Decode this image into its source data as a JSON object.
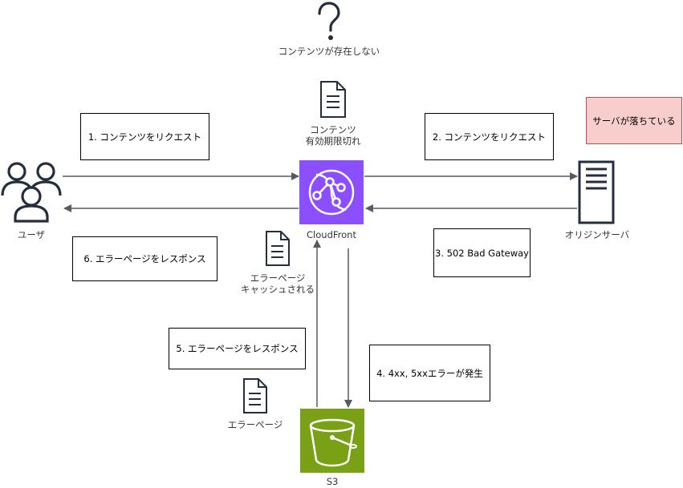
{
  "nodes": {
    "user_label": "ユーザ",
    "cloudfront_label": "CloudFront",
    "origin_label": "オリジンサーバ",
    "s3_label": "S3"
  },
  "steps": {
    "s1": "1. コンテンツをリクエスト",
    "s2": "2. コンテンツをリクエスト",
    "s3": "3. 502 Bad Gateway",
    "s4": "4. 4xx, 5xxエラーが発生",
    "s5": "5. エラーページをレスポンス",
    "s6": "6. エラーページをレスポンス"
  },
  "notes": {
    "missing_content": "コンテンツが存在しない",
    "expired_line1": "コンテンツ",
    "expired_line2": "有効期限切れ",
    "cached_line1": "エラーページ",
    "cached_line2": "キャッシュされる",
    "error_page": "エラーページ",
    "server_down": "サーバが落ちている"
  },
  "icons": {
    "question": "question-icon",
    "document": "document-icon",
    "users": "users-icon",
    "cloudfront": "cloudfront-icon",
    "server": "server-icon",
    "s3": "s3-bucket-icon"
  },
  "colors": {
    "cloudfront": "#8c4fff",
    "s3": "#7aa116",
    "server_down_fill": "#f8cecc",
    "server_down_stroke": "#b85450",
    "arrow": "#545b64"
  }
}
